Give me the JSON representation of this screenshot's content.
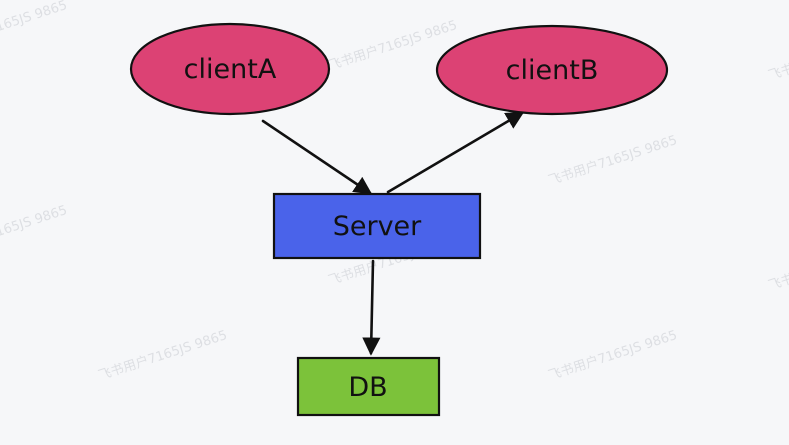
{
  "watermark": {
    "text": "飞书用户7165JS 9865",
    "color": "#c9ccd2"
  },
  "nodes": {
    "clientA": {
      "label": "clientA",
      "fill": "#dc4274"
    },
    "clientB": {
      "label": "clientB",
      "fill": "#dc4274"
    },
    "server": {
      "label": "Server",
      "fill": "#4a63ea"
    },
    "db": {
      "label": "DB",
      "fill": "#7cc23a"
    }
  },
  "edges": [
    {
      "from": "clientA",
      "to": "server"
    },
    {
      "from": "server",
      "to": "clientB"
    },
    {
      "from": "server",
      "to": "db"
    }
  ],
  "colors": {
    "background": "#f6f7f9",
    "stroke": "#111111"
  }
}
